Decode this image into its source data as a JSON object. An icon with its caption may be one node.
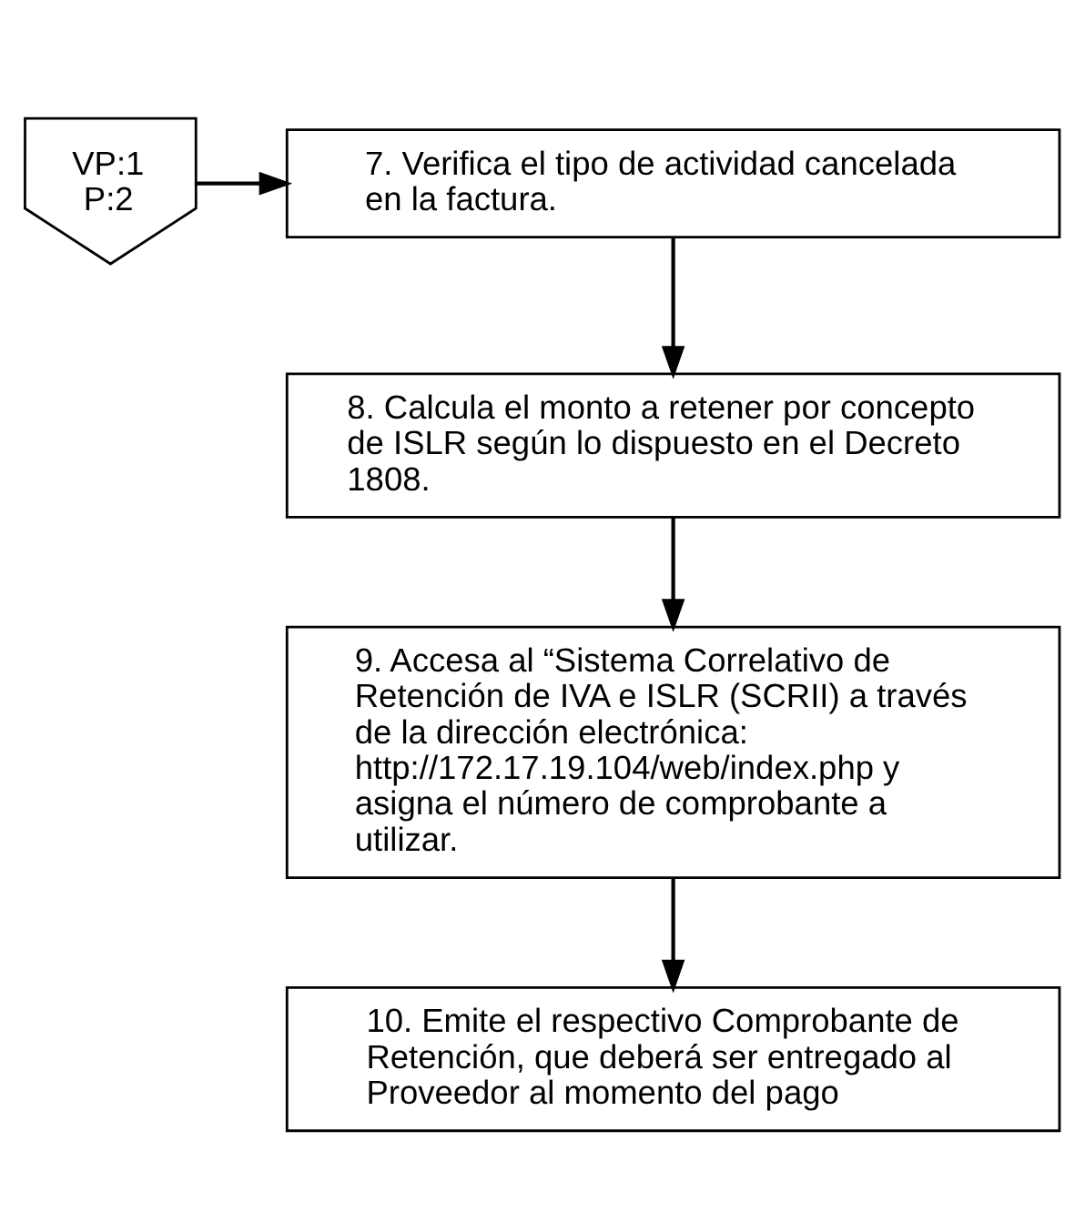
{
  "diagram": {
    "nodes": [
      {
        "text": [
          "VP:1",
          "P:2"
        ]
      },
      {
        "text": [
          "7. Verifica el tipo de actividad cancelada en la factura."
        ]
      },
      {
        "text": [
          "8. Calcula el monto a retener por concepto de ISLR según lo dispuesto en el Decreto 1808."
        ]
      },
      {
        "text": [
          "9. Accesa al “Sistema Correlativo de Retención de IVA e ISLR (SCRII) a través de la dirección electrónica: http://172.17.19.104/web/index.php y asigna el número de comprobante a utilizar."
        ]
      },
      {
        "text": [
          "10. Emite el respectivo Comprobante de Retención, que deberá ser entregado al Proveedor al momento del pago"
        ]
      }
    ],
    "edges": [
      {
        "from": 0,
        "to": 1,
        "arrow": "to"
      },
      {
        "from": 1,
        "to": 2,
        "arrow": "to"
      },
      {
        "from": 2,
        "to": 3,
        "arrow": "to"
      },
      {
        "from": 3,
        "to": 4,
        "arrow": "to"
      }
    ]
  }
}
